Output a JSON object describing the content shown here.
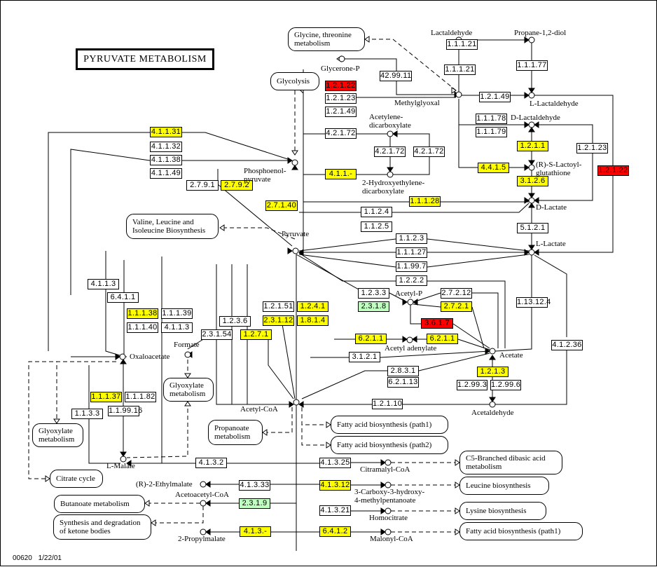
{
  "title": "PYRUVATE METABOLISM",
  "footer": {
    "map_id": "00620",
    "date": "1/22/01"
  },
  "colors": {
    "present": "#ffff00",
    "highlight_red": "#ff0000",
    "green": "#bfffbf",
    "line": "#000000"
  },
  "enzymes": [
    {
      "id": "e1",
      "label": "1.2.1.22",
      "color": "red"
    },
    {
      "id": "e2",
      "label": "1.2.1.23",
      "color": "white"
    },
    {
      "id": "e3",
      "label": "1.2.1.49",
      "color": "white"
    },
    {
      "id": "e4",
      "label": "42.99.11",
      "color": "white"
    },
    {
      "id": "e5",
      "label": "4.2.1.72",
      "color": "white"
    },
    {
      "id": "e6",
      "label": "4.2.1.72",
      "color": "white"
    },
    {
      "id": "e7",
      "label": "4.2.1.72",
      "color": "white"
    },
    {
      "id": "e8",
      "label": "4.1.1.-",
      "color": "yellow"
    },
    {
      "id": "e9",
      "label": "4.1.1.31",
      "color": "yellow"
    },
    {
      "id": "e10",
      "label": "4.1.1.32",
      "color": "white"
    },
    {
      "id": "e11",
      "label": "4.1.1.38",
      "color": "white"
    },
    {
      "id": "e12",
      "label": "4.1.1.49",
      "color": "white"
    },
    {
      "id": "e13",
      "label": "2.7.9.1",
      "color": "white"
    },
    {
      "id": "e14",
      "label": "2.7.9.2",
      "color": "yellow"
    },
    {
      "id": "e15",
      "label": "2.7.1.40",
      "color": "yellow"
    },
    {
      "id": "e16",
      "label": "1.1.1.21",
      "color": "white"
    },
    {
      "id": "e17",
      "label": "1.1.1.21",
      "color": "white"
    },
    {
      "id": "e18",
      "label": "1.1.1.77",
      "color": "white"
    },
    {
      "id": "e19",
      "label": "1.2.1.49",
      "color": "white"
    },
    {
      "id": "e20",
      "label": "1.1.1.78",
      "color": "white"
    },
    {
      "id": "e21",
      "label": "1.1.1.79",
      "color": "white"
    },
    {
      "id": "e22",
      "label": "1.2.1.1",
      "color": "yellow"
    },
    {
      "id": "e23",
      "label": "4.4.1.5",
      "color": "yellow"
    },
    {
      "id": "e24",
      "label": "3.1.2.6",
      "color": "yellow"
    },
    {
      "id": "e25",
      "label": "1.2.1.23",
      "color": "white"
    },
    {
      "id": "e26",
      "label": "1.2.1.22",
      "color": "red"
    },
    {
      "id": "e27",
      "label": "1.1.1.28",
      "color": "yellow"
    },
    {
      "id": "e28",
      "label": "1.1.2.4",
      "color": "white"
    },
    {
      "id": "e29",
      "label": "1.1.2.5",
      "color": "white"
    },
    {
      "id": "e30",
      "label": "5.1.2.1",
      "color": "white"
    },
    {
      "id": "e31",
      "label": "1.1.2.3",
      "color": "white"
    },
    {
      "id": "e32",
      "label": "1.1.1.27",
      "color": "white"
    },
    {
      "id": "e33",
      "label": "1.1.99.7",
      "color": "white"
    },
    {
      "id": "e34",
      "label": "1.2.2.2",
      "color": "white"
    },
    {
      "id": "e35",
      "label": "1.2.3.3",
      "color": "white"
    },
    {
      "id": "e36",
      "label": "2.3.1.8",
      "color": "green"
    },
    {
      "id": "e37",
      "label": "2.7.2.12",
      "color": "white"
    },
    {
      "id": "e38",
      "label": "2.7.2.1",
      "color": "yellow"
    },
    {
      "id": "e39",
      "label": "3.6.1.7",
      "color": "red"
    },
    {
      "id": "e40",
      "label": "6.2.1.1",
      "color": "yellow"
    },
    {
      "id": "e41",
      "label": "6.2.1.1",
      "color": "yellow"
    },
    {
      "id": "e42",
      "label": "3.1.2.1",
      "color": "white"
    },
    {
      "id": "e43",
      "label": "2.8.3.1",
      "color": "white"
    },
    {
      "id": "e44",
      "label": "6.2.1.13",
      "color": "white"
    },
    {
      "id": "e45",
      "label": "1.2.1.3",
      "color": "yellow"
    },
    {
      "id": "e46",
      "label": "1.2.99.3",
      "color": "white"
    },
    {
      "id": "e47",
      "label": "1.2.99.6",
      "color": "white"
    },
    {
      "id": "e48",
      "label": "1.2.1.10",
      "color": "white"
    },
    {
      "id": "e49",
      "label": "1.13.12.4",
      "color": "white"
    },
    {
      "id": "e50",
      "label": "4.1.2.36",
      "color": "white"
    },
    {
      "id": "e51",
      "label": "4.1.1.3",
      "color": "white"
    },
    {
      "id": "e52",
      "label": "6.4.1.1",
      "color": "white"
    },
    {
      "id": "e53",
      "label": "1.1.1.38",
      "color": "yellow"
    },
    {
      "id": "e54",
      "label": "1.1.1.39",
      "color": "white"
    },
    {
      "id": "e55",
      "label": "1.1.1.40",
      "color": "white"
    },
    {
      "id": "e56",
      "label": "4.1.1.3",
      "color": "white"
    },
    {
      "id": "e57",
      "label": "1.2.3.6",
      "color": "white"
    },
    {
      "id": "e58",
      "label": "2.3.1.54",
      "color": "white"
    },
    {
      "id": "e59",
      "label": "1.2.7.1",
      "color": "yellow"
    },
    {
      "id": "e60",
      "label": "1.2.1.51",
      "color": "white"
    },
    {
      "id": "e61",
      "label": "1.2.4.1",
      "color": "yellow"
    },
    {
      "id": "e62",
      "label": "2.3.1.12",
      "color": "yellow"
    },
    {
      "id": "e63",
      "label": "1.8.1.4",
      "color": "yellow"
    },
    {
      "id": "e64",
      "label": "1.1.1.37",
      "color": "yellow"
    },
    {
      "id": "e65",
      "label": "1.1.1.82",
      "color": "white"
    },
    {
      "id": "e66",
      "label": "1.1.3.3",
      "color": "white"
    },
    {
      "id": "e67",
      "label": "1.1.99.16",
      "color": "white"
    },
    {
      "id": "e68",
      "label": "4.1.3.2",
      "color": "white"
    },
    {
      "id": "e69",
      "label": "4.1.3.33",
      "color": "white"
    },
    {
      "id": "e70",
      "label": "2.3.1.9",
      "color": "green"
    },
    {
      "id": "e71",
      "label": "4.1.3.-",
      "color": "yellow"
    },
    {
      "id": "e72",
      "label": "4.1.3.25",
      "color": "white"
    },
    {
      "id": "e73",
      "label": "4.1.3.12",
      "color": "yellow"
    },
    {
      "id": "e74",
      "label": "4.1.3.21",
      "color": "white"
    },
    {
      "id": "e75",
      "label": "6.4.1.2",
      "color": "yellow"
    }
  ],
  "compounds": [
    {
      "id": "glyceroneP",
      "label": "Glycerone-P"
    },
    {
      "id": "methylglyoxal",
      "label": "Methylglyoxal"
    },
    {
      "id": "lactaldehyde",
      "label": "Lactaldehyde"
    },
    {
      "id": "propanediol",
      "label": "Propane-1,2-diol"
    },
    {
      "id": "llactaldehyde",
      "label": "L-Lactaldehyde"
    },
    {
      "id": "dlactaldehyde",
      "label": "D-Lactaldehyde"
    },
    {
      "id": "lactoylglut",
      "label": "(R)-S-Lactoyl-\nglutathione"
    },
    {
      "id": "dlactate",
      "label": "D-Lactate"
    },
    {
      "id": "llactate",
      "label": "L-Lactate"
    },
    {
      "id": "acetylenedicarb",
      "label": "Acetylene-\ndicarboxylate"
    },
    {
      "id": "hydroxyethylene",
      "label": "2-Hydroxyethylene-\ndicarboxylate"
    },
    {
      "id": "pep",
      "label": "Phosphoenol-\npyruvate"
    },
    {
      "id": "pyruvate",
      "label": "Pyruvate"
    },
    {
      "id": "acetylP",
      "label": "Acetyl-P"
    },
    {
      "id": "acetyladenylate",
      "label": "Acetyl adenylate"
    },
    {
      "id": "acetate",
      "label": "Acetate"
    },
    {
      "id": "acetaldehyde",
      "label": "Acetaldehyde"
    },
    {
      "id": "acetylcoa",
      "label": "Acetyl-CoA"
    },
    {
      "id": "oxaloacetate",
      "label": "Oxaloacetate"
    },
    {
      "id": "formate",
      "label": "Formate"
    },
    {
      "id": "lmalate",
      "label": "L-Malate"
    },
    {
      "id": "ethylmalate",
      "label": "(R)-2-Ethylmalate"
    },
    {
      "id": "acetoacetylcoa",
      "label": "Acetoacetyl-CoA"
    },
    {
      "id": "propylmalate",
      "label": "2-Propylmalate"
    },
    {
      "id": "citramalylcoa",
      "label": "Citramalyl-CoA"
    },
    {
      "id": "carboxyhydroxy",
      "label": "3-Carboxy-3-hydroxy-\n4-methylpentanoate"
    },
    {
      "id": "homocitrate",
      "label": "Homocitrate"
    },
    {
      "id": "malonylcoa",
      "label": "Malonyl-CoA"
    }
  ],
  "maps": [
    {
      "id": "m_glycine",
      "label": "Glycine, threonine\nmetabolism"
    },
    {
      "id": "m_glycolysis",
      "label": "Glycolysis"
    },
    {
      "id": "m_valine",
      "label": "Valine, Leucine and\nIsoleucine Biosynthesis"
    },
    {
      "id": "m_glyox1",
      "label": "Glyoxylate\nmetabolism"
    },
    {
      "id": "m_glyox2",
      "label": "Glyoxylate\nmetabolism"
    },
    {
      "id": "m_propanoate",
      "label": "Propanoate\nmetabolism"
    },
    {
      "id": "m_citrate",
      "label": "Citrate cycle"
    },
    {
      "id": "m_butanoate",
      "label": "Butanoate metabolism"
    },
    {
      "id": "m_ketone",
      "label": "Synthesis and degradation\nof ketone bodies"
    },
    {
      "id": "m_fa1",
      "label": "Fatty acid biosynthesis (path1)"
    },
    {
      "id": "m_fa2",
      "label": "Fatty acid biosynthesis (path2)"
    },
    {
      "id": "m_c5",
      "label": "C5-Branched dibasic acid\nmetabolism"
    },
    {
      "id": "m_leucine",
      "label": "Leucine biosynthesis"
    },
    {
      "id": "m_lysine",
      "label": "Lysine biosynthesis"
    },
    {
      "id": "m_fa1b",
      "label": "Fatty acid biosynthesis (path1)"
    }
  ]
}
